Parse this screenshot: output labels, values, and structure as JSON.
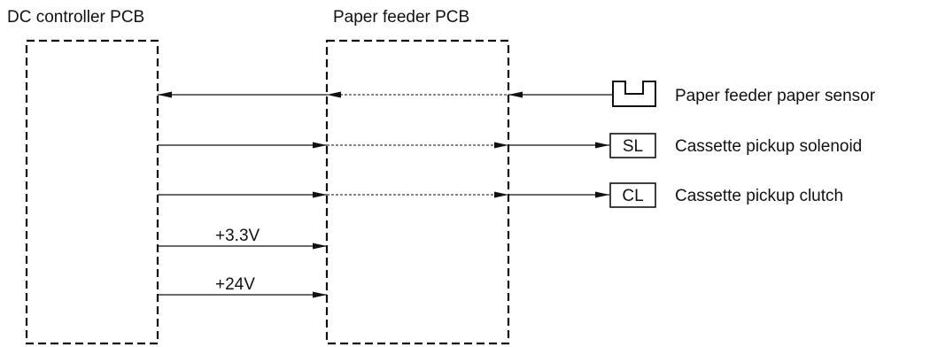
{
  "blocks": {
    "dc_controller": "DC controller PCB",
    "paper_feeder": "Paper feeder PCB"
  },
  "components": [
    {
      "symbol": "",
      "icon": "sensor-icon",
      "label": "Paper feeder paper sensor"
    },
    {
      "symbol": "SL",
      "icon": "solenoid-icon",
      "label": "Cassette pickup solenoid"
    },
    {
      "symbol": "CL",
      "icon": "clutch-icon",
      "label": "Cassette pickup clutch"
    }
  ],
  "power_lines": [
    {
      "label": "+3.3V"
    },
    {
      "label": "+24V"
    }
  ]
}
